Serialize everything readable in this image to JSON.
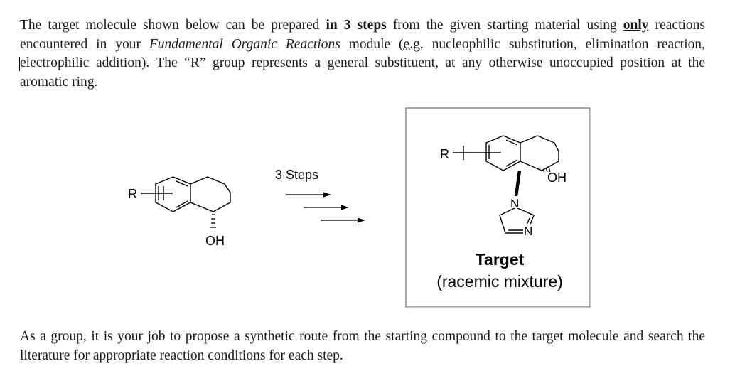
{
  "intro": {
    "t1": "The target molecule shown below can be prepared ",
    "bold1": "in 3 steps",
    "t2": " from the given starting material using ",
    "only": "only",
    "t3": " reactions encountered in your ",
    "italic": "Fundamental Organic Reactions",
    "t4": " module (",
    "eg": "e.g.",
    "t5": " nucleophilic substitution, elimination reaction, electrophilic addition). The “R” group represents a general substituent, at any otherwise unoccupied position at the aromatic ring."
  },
  "scheme": {
    "starting_r": "R",
    "starting_oh": "OH",
    "steps_label": "3 Steps",
    "target_r": "R",
    "target_oh": "OH",
    "n1": "N",
    "n2": "N",
    "target_title": "Target",
    "target_subtitle": "(racemic mixture)"
  },
  "outro": "As a group, it is your job to propose a synthetic route from the starting compound to the target molecule and search the literature for appropriate reaction conditions for each step."
}
